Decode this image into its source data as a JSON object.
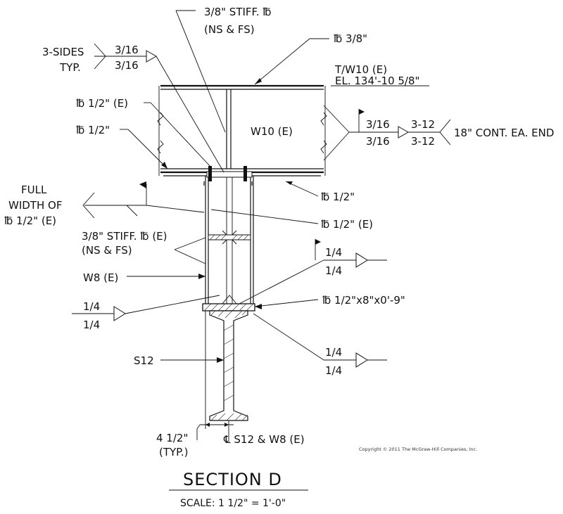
{
  "labels": {
    "stiff_top_1": "3/8\" STIFF. ℔",
    "stiff_top_2": "(NS & FS)",
    "pl_38": "℔ 3/8\"",
    "three_sides_1": "3-SIDES",
    "three_sides_2": "TYP.",
    "weld_316_a": "3/16",
    "weld_316_b": "3/16",
    "tw10_1": "T/W10 (E)",
    "tw10_2": "EL. 134'-10 5/8\"",
    "pl_half_e": "℔ 1/2\" (E)",
    "pl_half": "℔ 1/2\"",
    "w10": "W10 (E)",
    "weld_right_316_a": "3/16",
    "weld_right_316_b": "3/16",
    "weld_right_312_a": "3-12",
    "weld_right_312_b": "3-12",
    "cont_each_end": "18\" CONT. EA. END",
    "full_width_1": "FULL",
    "full_width_2": "WIDTH OF",
    "full_width_3": "℔ 1/2\" (E)",
    "pl_half_right": "℔ 1/2\"",
    "pl_half_e_right": "℔ 1/2\" (E)",
    "stiff_mid_1": "3/8\" STIFF. ℔ (E)",
    "stiff_mid_2": "(NS & FS)",
    "w8": "W8 (E)",
    "weld_14_r1_a": "1/4",
    "weld_14_r1_b": "1/4",
    "weld_14_l_a": "1/4",
    "weld_14_l_b": "1/4",
    "base_plate": "℔ 1/2\"x8\"x0'-9\"",
    "weld_14_r2_a": "1/4",
    "weld_14_r2_b": "1/4",
    "s12": "S12",
    "dim_412_1": "4 1/2\"",
    "dim_412_2": "(TYP.)",
    "centerline": "℄ S12 & W8 (E)",
    "copyright": "Copyright © 2011 The McGraw-Hill Companies, Inc.",
    "section_title": "SECTION D",
    "scale": "SCALE: 1 1/2\" = 1'-0\""
  }
}
